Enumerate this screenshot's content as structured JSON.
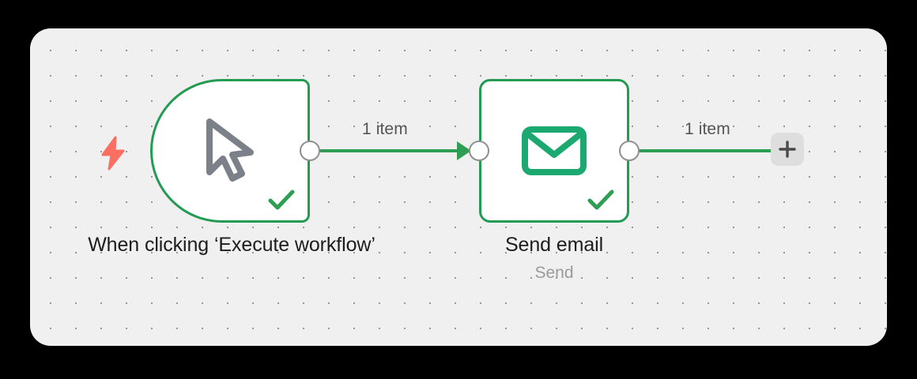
{
  "canvas": {
    "background_color": "#F0F0F0",
    "outer_background_color": "#000000",
    "grid": "dot-grid"
  },
  "palette": {
    "node_border_green": "#239B53",
    "connection_green": "#2E9E52",
    "icon_green": "#1BA971",
    "trigger_bolt_red": "#FB6F63",
    "label_gray": "#555555",
    "subtitle_gray": "#9A9A9A",
    "add_button_gray": "#DEDEDE"
  },
  "nodes": [
    {
      "id": "trigger",
      "title": "When clicking ‘Execute workflow’",
      "subtitle": "",
      "icon": "cursor-pointer-icon",
      "status": "success",
      "type": "trigger"
    },
    {
      "id": "send-email",
      "title": "Send email",
      "subtitle": "Send",
      "icon": "envelope-icon",
      "status": "success",
      "type": "action"
    }
  ],
  "connections": [
    {
      "id": "conn-1",
      "from": "trigger",
      "to": "send-email",
      "label": "1 item"
    },
    {
      "id": "conn-2",
      "from": "send-email",
      "to": "add",
      "label": "1 item"
    }
  ],
  "add_button": {
    "label": "+",
    "name": "add-node-button"
  },
  "icons": {
    "trigger_bolt": "lightning-bolt-icon",
    "check": "check-icon"
  }
}
